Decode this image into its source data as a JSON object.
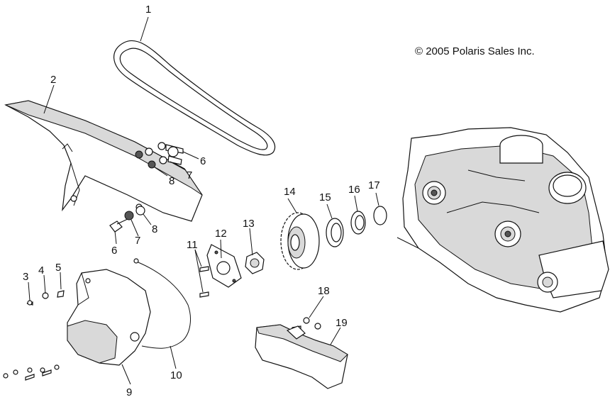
{
  "copyright": "© 2005 Polaris Sales Inc.",
  "callouts": {
    "c1": "1",
    "c2": "2",
    "c3": "3",
    "c4": "4",
    "c5": "5",
    "c6a": "6",
    "c6b": "6",
    "c7a": "7",
    "c7b": "7",
    "c8a": "8",
    "c8b": "8",
    "c9": "9",
    "c10": "10",
    "c11": "11",
    "c12": "12",
    "c13": "13",
    "c14": "14",
    "c15": "15",
    "c16": "16",
    "c17": "17",
    "c18": "18",
    "c19": "19"
  }
}
